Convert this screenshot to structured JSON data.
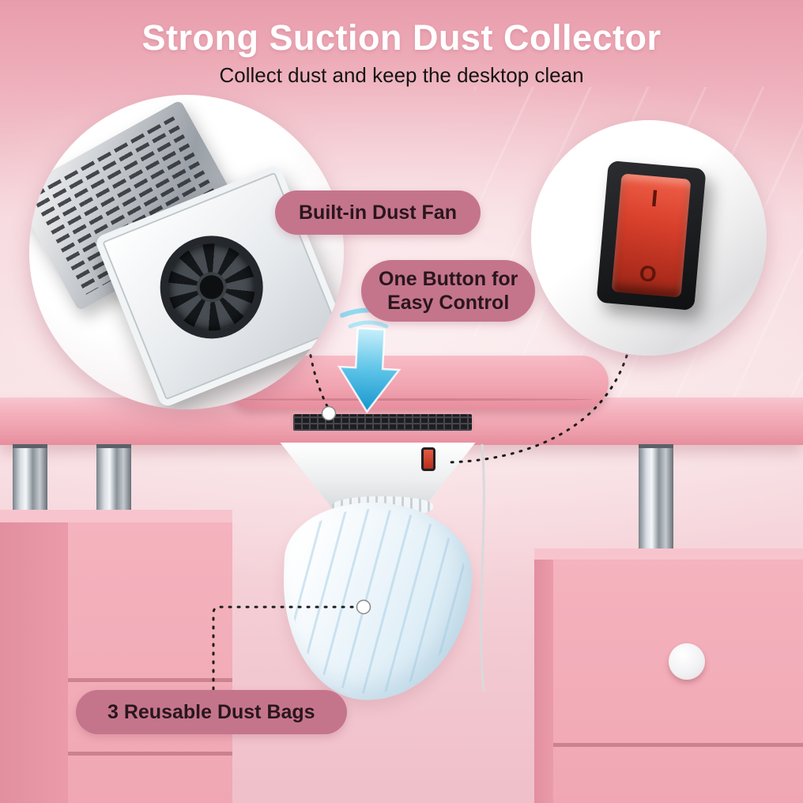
{
  "header": {
    "title": "Strong Suction Dust Collector",
    "subtitle": "Collect dust and keep the desktop clean"
  },
  "callouts": {
    "dust_fan": {
      "label": "Built-in Dust Fan"
    },
    "easy_control": {
      "line1": "One Button for",
      "line2": "Easy Control"
    },
    "dust_bags": {
      "label": "3 Reusable Dust Bags"
    }
  },
  "power_switch": {
    "on_mark": "I",
    "off_mark": "O"
  },
  "colors": {
    "header_background": "#eb9fae",
    "page_background": "#f7dce1",
    "callout_pill": "#c4758c",
    "callout_text": "#2a161d",
    "title_text": "#ffffff",
    "subtitle_text": "#141414",
    "furniture_pink": "#f2aab6",
    "suction_arrow_blue": "#2ba8d8",
    "switch_red": "#d0392a"
  }
}
